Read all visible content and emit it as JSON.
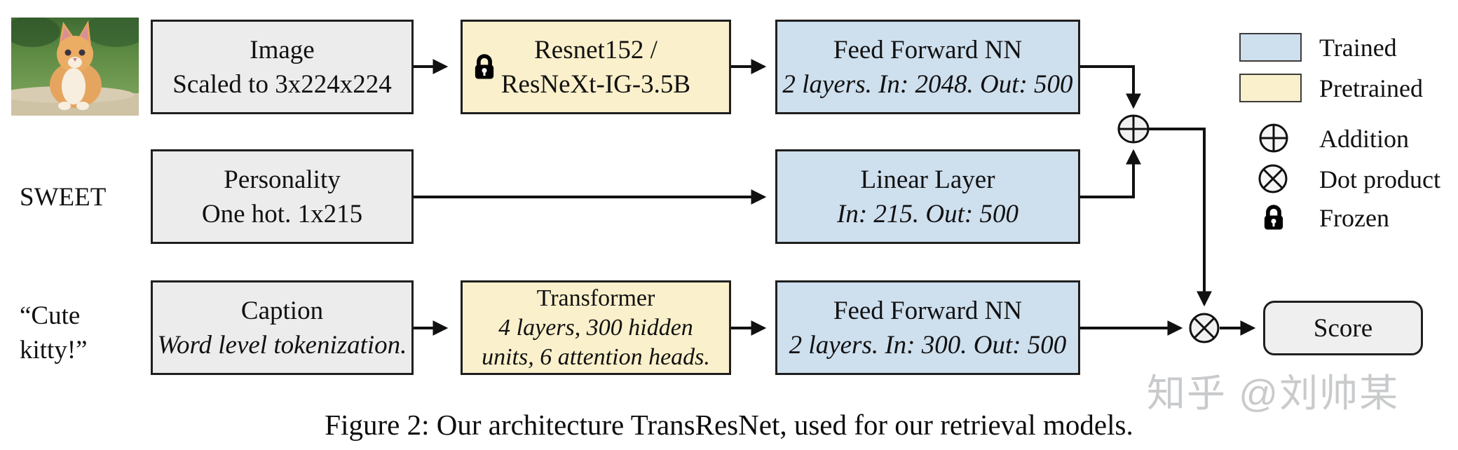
{
  "figure": {
    "caption": "Figure 2: Our architecture TransResNet, used for our retrieval models.",
    "watermark": "知乎 @刘帅某"
  },
  "inputs": {
    "image_photo": "kitten-photo",
    "personality_label": "SWEET",
    "caption_label_line1": "“Cute",
    "caption_label_line2": "kitty!”"
  },
  "boxes": {
    "image": {
      "line1": "Image",
      "line2": "Scaled to 3x224x224"
    },
    "resnet": {
      "line1": "Resnet152 /",
      "line2": "ResNeXt-IG-3.5B"
    },
    "ffnn_image": {
      "line1": "Feed Forward NN",
      "line2": "2 layers. In: 2048. Out: 500"
    },
    "personality": {
      "line1": "Personality",
      "line2": "One hot. 1x215"
    },
    "linear": {
      "line1": "Linear Layer",
      "line2": "In: 215. Out: 500"
    },
    "caption": {
      "line1": "Caption",
      "line2": "Word level tokenization."
    },
    "transformer": {
      "line1": "Transformer",
      "line2": "4 layers, 300 hidden",
      "line3": "units, 6 attention heads."
    },
    "ffnn_caption": {
      "line1": "Feed Forward NN",
      "line2": "2 layers. In: 300. Out: 500"
    },
    "score": {
      "label": "Score"
    }
  },
  "legend": {
    "trained": "Trained",
    "pretrained": "Pretrained",
    "addition": "Addition",
    "dot_product": "Dot product",
    "frozen": "Frozen"
  },
  "colors": {
    "trained_fill": "#CEDFEE",
    "pretrained_fill": "#FAF0CB",
    "input_fill": "#ECECEC",
    "score_fill": "#EFEFEF",
    "connector": "#111111",
    "watermark": "#C8CACC"
  }
}
